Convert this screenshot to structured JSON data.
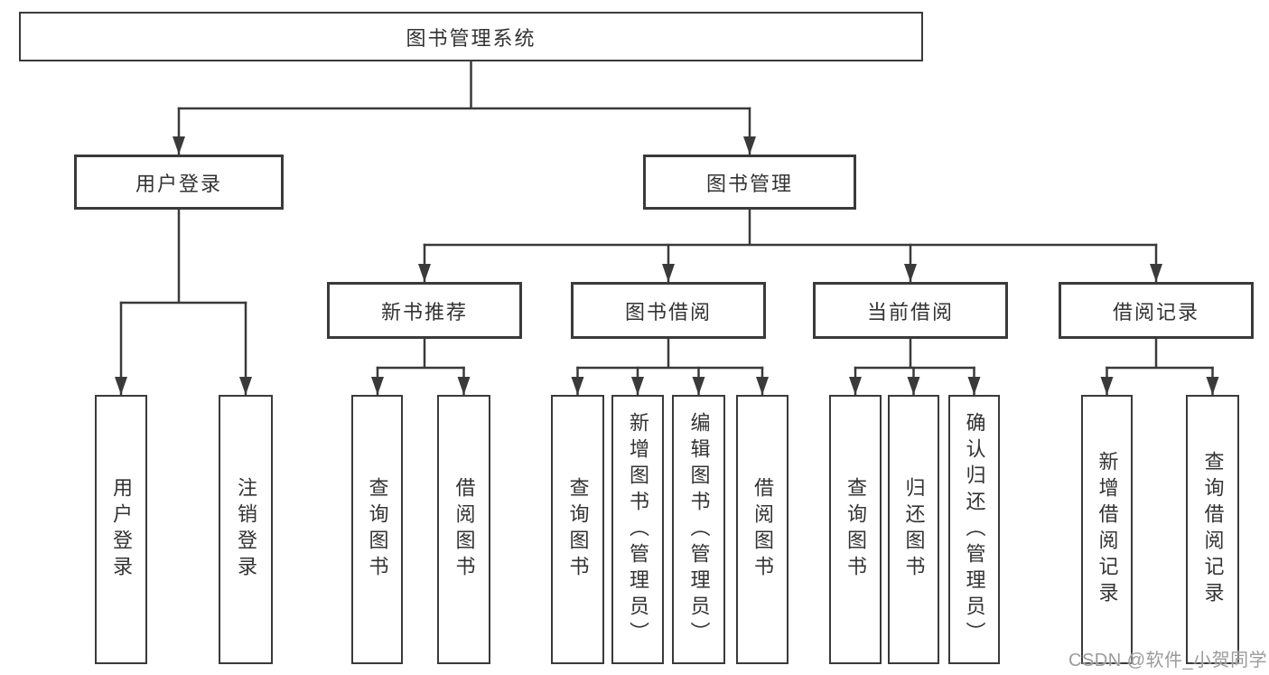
{
  "diagram": {
    "root": {
      "label": "图书管理系统"
    },
    "level2": [
      {
        "label": "用户登录"
      },
      {
        "label": "图书管理"
      }
    ],
    "level3": [
      {
        "label": "新书推荐"
      },
      {
        "label": "图书借阅"
      },
      {
        "label": "当前借阅"
      },
      {
        "label": "借阅记录"
      }
    ],
    "leaves": [
      {
        "label": "用户登录"
      },
      {
        "label": "注销登录"
      },
      {
        "label": "查询图书"
      },
      {
        "label": "借阅图书"
      },
      {
        "label": "查询图书"
      },
      {
        "label": "新增图书（管理员）"
      },
      {
        "label": "编辑图书（管理员）"
      },
      {
        "label": "借阅图书"
      },
      {
        "label": "查询图书"
      },
      {
        "label": "归还图书"
      },
      {
        "label": "确认归还（管理员）"
      },
      {
        "label": "新增借阅记录"
      },
      {
        "label": "查询借阅记录"
      }
    ],
    "colors": {
      "line": "#3a3a3a",
      "text": "#333333",
      "watermark": "#9b9b9b",
      "background": "#ffffff"
    },
    "watermark": "CSDN @软件_小贺同学"
  }
}
